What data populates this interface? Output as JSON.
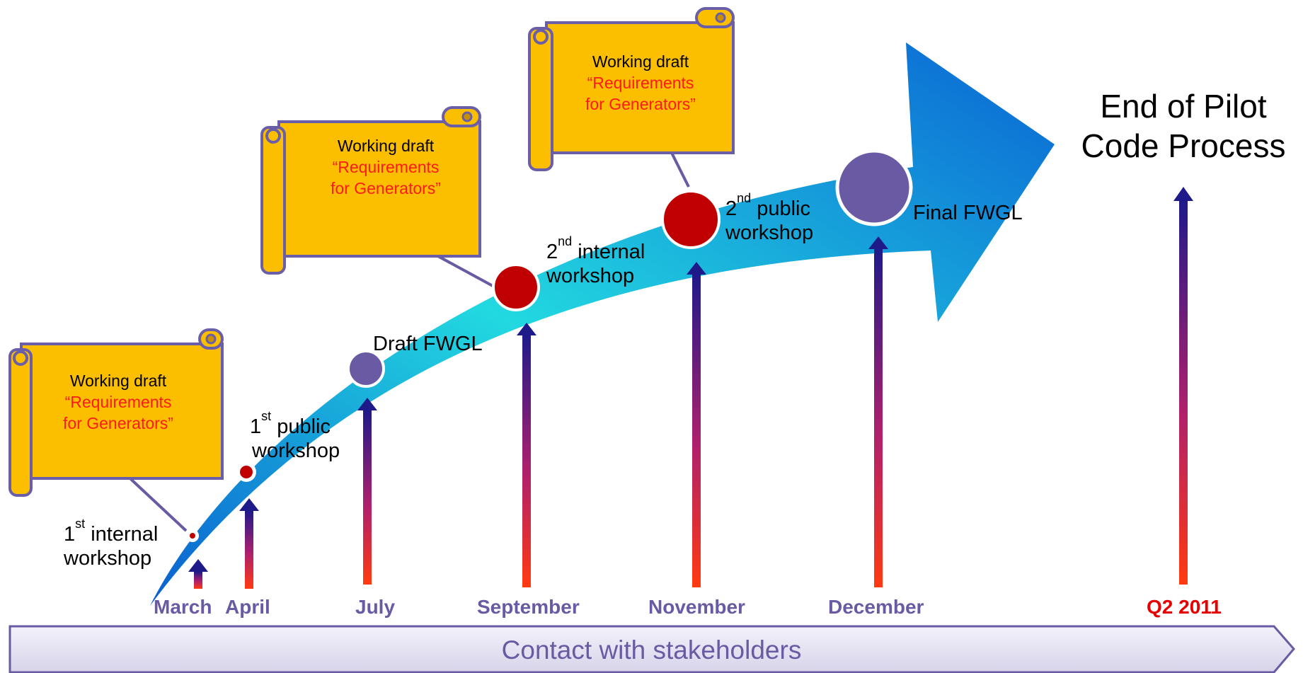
{
  "end_title": {
    "line1": "End of Pilot",
    "line2": "Code Process"
  },
  "months": [
    "March",
    "April",
    "July",
    "September",
    "November",
    "December",
    "Q2 2011"
  ],
  "band": {
    "label": "Contact with stakeholders"
  },
  "milestones": {
    "m1": {
      "sup": "st",
      "line1_pre": "1",
      "line1_post": " internal",
      "line2": "workshop"
    },
    "m2": {
      "sup": "st",
      "line1_pre": "1",
      "line1_post": " public",
      "line2": "workshop"
    },
    "m3": {
      "line1": "Draft FWGL"
    },
    "m4": {
      "sup": "nd",
      "line1_pre": "2",
      "line1_post": " internal",
      "line2": "workshop"
    },
    "m5": {
      "sup": "nd",
      "line1_pre": "2",
      "line1_post": " public",
      "line2": "workshop"
    },
    "m6": {
      "line1": "Final FWGL"
    }
  },
  "scrolls": [
    {
      "line1": "Working draft",
      "line2": "“Requirements",
      "line3": "for Generators”"
    },
    {
      "line1": "Working draft",
      "line2": "“Requirements",
      "line3": "for Generators”"
    },
    {
      "line1": "Working draft",
      "line2": "“Requirements",
      "line3": "for Generators”"
    }
  ],
  "colors": {
    "scroll_fill": "#fcbf00",
    "scroll_border": "#6b5ea8",
    "red_dot": "#c00000",
    "purple_dot": "#6a5aa3",
    "month_text": "#6a5aa3",
    "q2_text": "#e60000",
    "arrow_light": "#22d9e0",
    "arrow_dark": "#0a63d4"
  }
}
